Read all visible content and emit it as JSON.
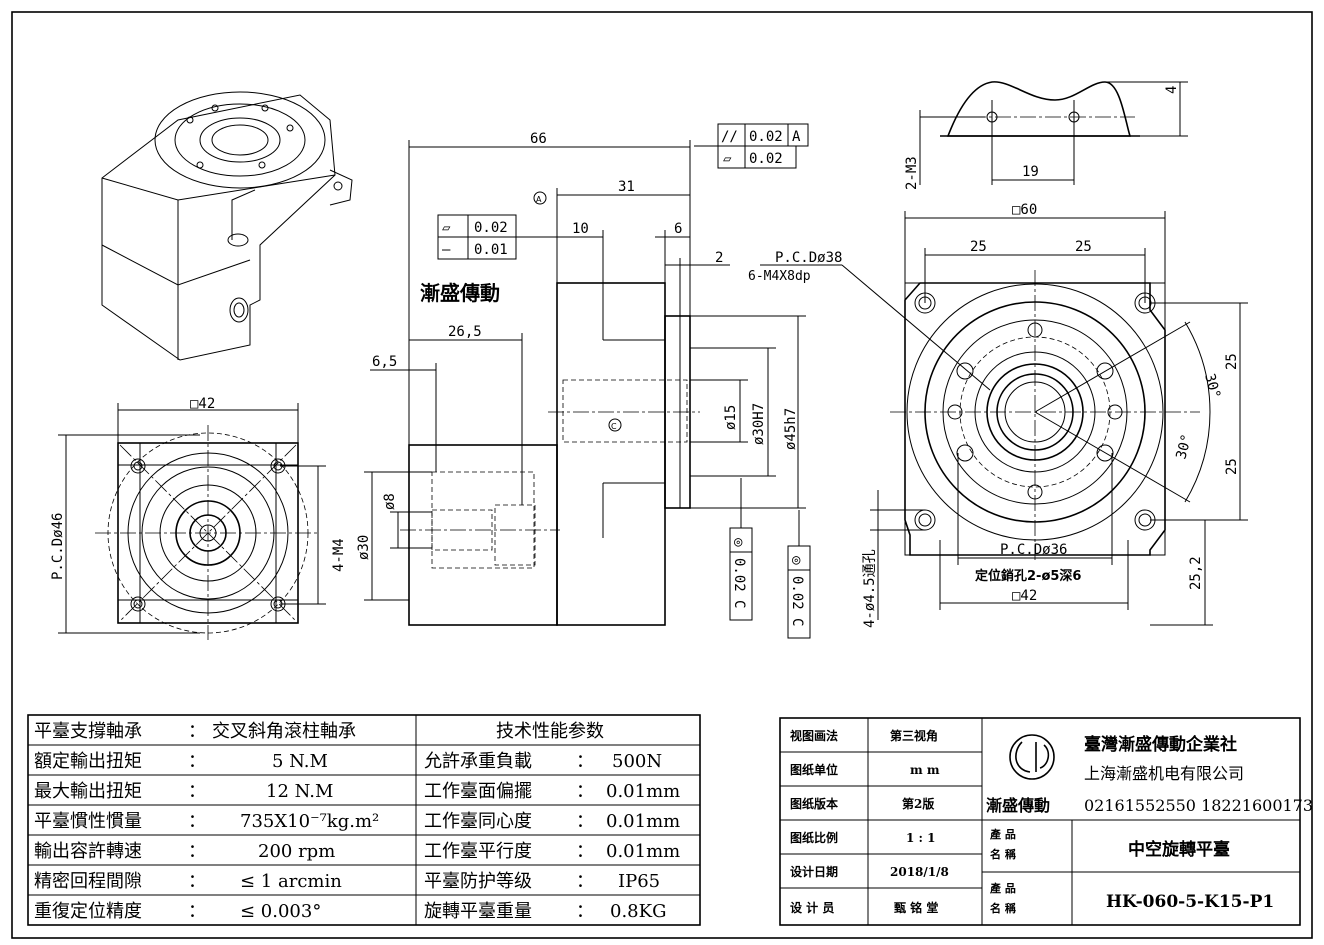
{
  "front_view": {
    "dims": {
      "square": "□42",
      "pcd": "P.C.Dø46",
      "thread": "4-M4"
    }
  },
  "side_view": {
    "brand_text": "漸盛傳動",
    "dims": {
      "overall": "66",
      "d31": "31",
      "d10": "10",
      "d6": "6",
      "d2": "2",
      "d26_5": "26,5",
      "d6_5": "6,5",
      "d15": "ø15",
      "d30h7": "ø30H7",
      "d45h7": "ø45h7",
      "d8": "ø8",
      "d30": "ø30"
    },
    "datum_a": "A",
    "datum_c": "C",
    "gdt_top": [
      {
        "symbol": "//",
        "value": "0.02",
        "datum": "A"
      },
      {
        "symbol": "▱",
        "value": "0.02"
      }
    ],
    "gdt_left": [
      {
        "symbol": "▱",
        "value": "0.02"
      },
      {
        "symbol": "—",
        "value": "0.01"
      }
    ],
    "gdt_bottom": [
      {
        "symbol": "◎",
        "value": "0.02",
        "datum": "C"
      },
      {
        "symbol": "◎",
        "value": "0.02",
        "datum": "C"
      }
    ]
  },
  "top_detail": {
    "d4": "4",
    "thread": "2-M3",
    "d19": "19"
  },
  "right_view": {
    "dims": {
      "square60": "□60",
      "left25": "25",
      "right25": "25",
      "pcd38": "P.C.Dø38",
      "thread": "6-M4X8dp",
      "angle1": "30°",
      "angle2": "30°",
      "v25_top": "25",
      "v25_bot": "25",
      "pcd36": "P.C.Dø36",
      "pin": "定位銷孔2-ø5深6",
      "square42": "□42",
      "v25_2": "25,2",
      "holes": "4-ø4.5通孔"
    }
  },
  "specs": {
    "header_bearing_label": "平臺支撐軸承",
    "header_bearing_sep": "：",
    "header_bearing_value": "交叉斜角滾柱軸承",
    "header_perf": "技术性能参数",
    "left": [
      {
        "label": "額定輸出扭矩",
        "sep": "：",
        "value": "5 N.M"
      },
      {
        "label": "最大輸出扭矩",
        "sep": "：",
        "value": "12 N.M"
      },
      {
        "label": "平臺慣性慣量",
        "sep": "：",
        "value": "735X10⁻⁷kg.m²"
      },
      {
        "label": "輸出容許轉速",
        "sep": "：",
        "value": "200 rpm"
      },
      {
        "label": "精密回程間隙",
        "sep": "：",
        "value": "≤ 1 arcmin"
      },
      {
        "label": "重復定位精度",
        "sep": "：",
        "value": "≤ 0.003°"
      }
    ],
    "right": [
      {
        "label": "允許承重負載",
        "sep": "：",
        "value": "500N"
      },
      {
        "label": "工作臺面偏擺",
        "sep": "：",
        "value": "0.01mm"
      },
      {
        "label": "工作臺同心度",
        "sep": "：",
        "value": "0.01mm"
      },
      {
        "label": "工作臺平行度",
        "sep": "：",
        "value": "0.01mm"
      },
      {
        "label": "平臺防护等级",
        "sep": "：",
        "value": "IP65"
      },
      {
        "label": "旋轉平臺重量",
        "sep": "：",
        "value": "0.8KG"
      }
    ]
  },
  "title_block": {
    "rows": [
      {
        "label": "视图画法",
        "value": "第三视角"
      },
      {
        "label": "图纸单位",
        "value": "m m"
      },
      {
        "label": "图纸版本",
        "value": "第2版"
      },
      {
        "label": "图纸比例",
        "value": "1 : 1"
      },
      {
        "label": "设计日期",
        "value": "2018/1/8"
      },
      {
        "label": "设 计 员",
        "value": "甄 铭 堂"
      }
    ],
    "company_tw": "臺灣漸盛傳動企業社",
    "company_sh": "上海漸盛机电有限公司",
    "logo_text": "漸盛傳動",
    "phones": "02161552550 18221600173",
    "product_label_1": "產 品",
    "product_label_2": "名 稱",
    "product_name": "中空旋轉平臺",
    "model_label_1": "產 品",
    "model_label_2": "名 稱",
    "model_name": "HK-060-5-K15-P1"
  }
}
